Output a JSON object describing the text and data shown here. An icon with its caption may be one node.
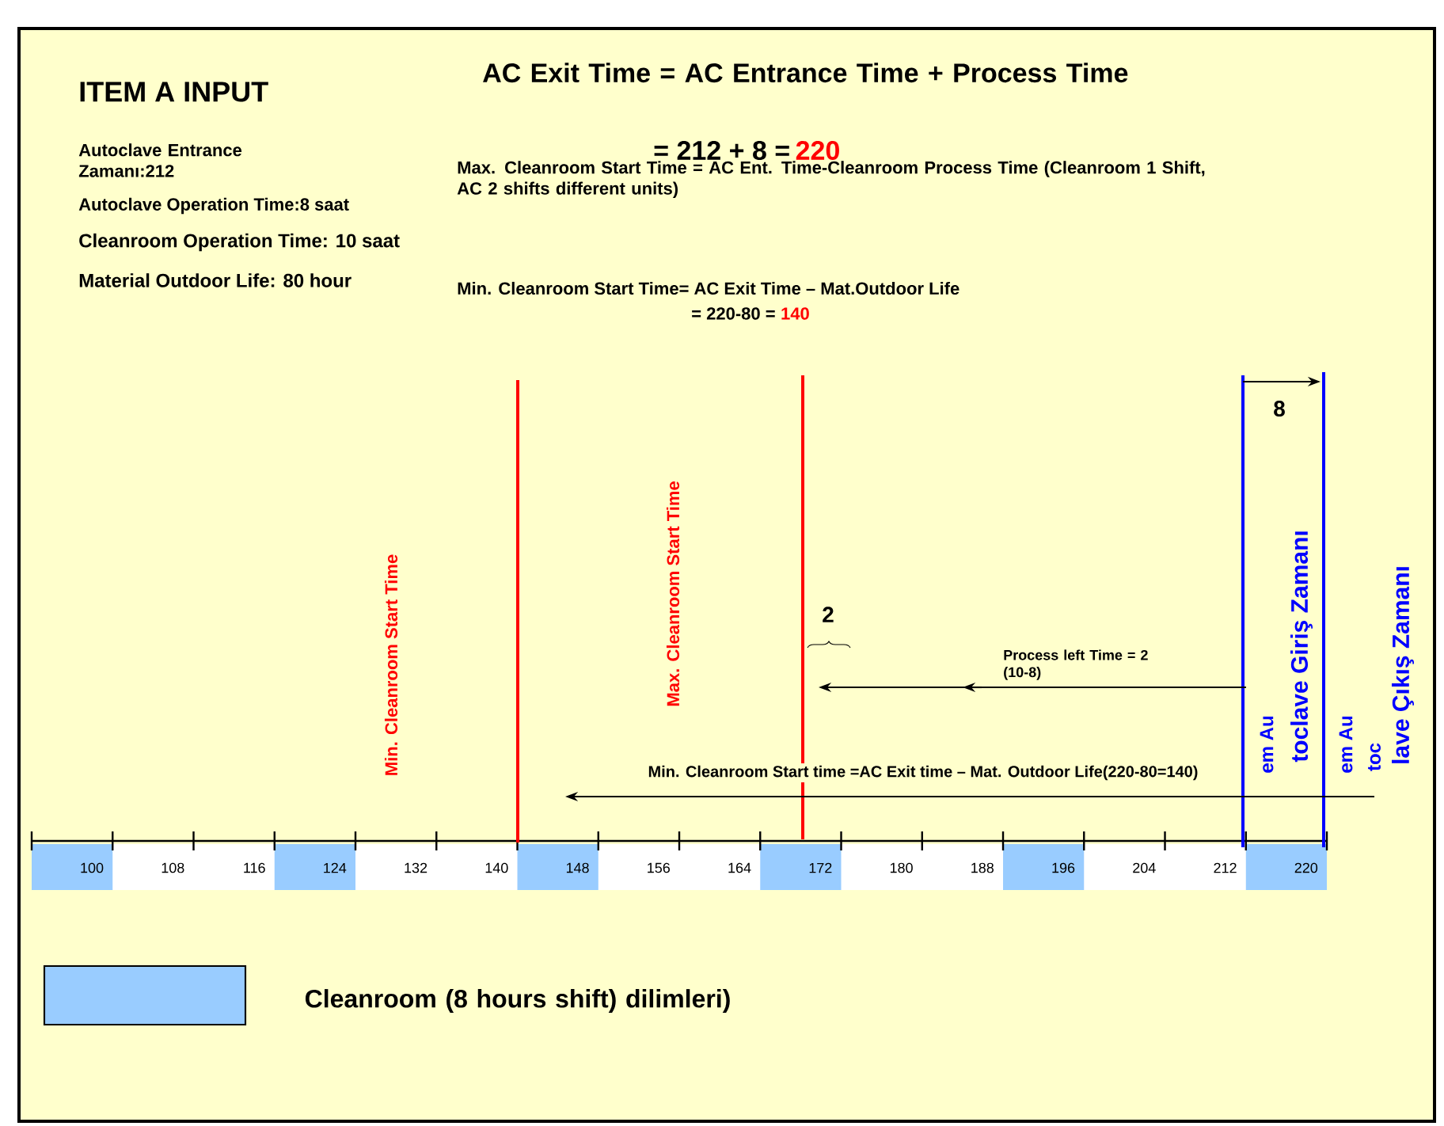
{
  "diagram": {
    "labels": [
      "ITEM A INPUT",
      "AC Exit Time = AC Entrance Time + Process Time",
      "Autoclave Entrance Zamanı:212",
      "= 212 + 8 =",
      "220",
      "Max. Cleanroom Start Time = AC Ent. Time-Cleanroom Process Time (Cleanroom 1 Shift, AC 2 shifts different units)",
      "Autoclave Operation Time:8 saat",
      "Cleanroom Operation Time: 10 saat",
      "Material Outdoor Life: 80 hour",
      "Min. Cleanroom Start Time= AC Exit Time – Mat.Outdoor Life",
      "= 220-80 =",
      "140",
      "8",
      "Min. Cleanroom Start Time",
      "Max. Cleanroom Start Time",
      "2",
      "Process left Time = 2 (10-8)",
      "em Au",
      "toclave Giriş Zamanı",
      "em Au",
      "toc",
      "lave Çıkış Zamanı",
      "Min. Cleanroom Start time =AC Exit time – Mat. Outdoor Life(220-80=140)",
      "100",
      "108",
      "116",
      "124",
      "132",
      "140",
      "148",
      "156",
      "164",
      "172",
      "180",
      "188",
      "196",
      "204",
      "212",
      "220"
    ],
    "legend": [
      {
        "text": "Cleanroom (8 hours shift) dilimleri)",
        "color": "#99ccff"
      }
    ]
  }
}
